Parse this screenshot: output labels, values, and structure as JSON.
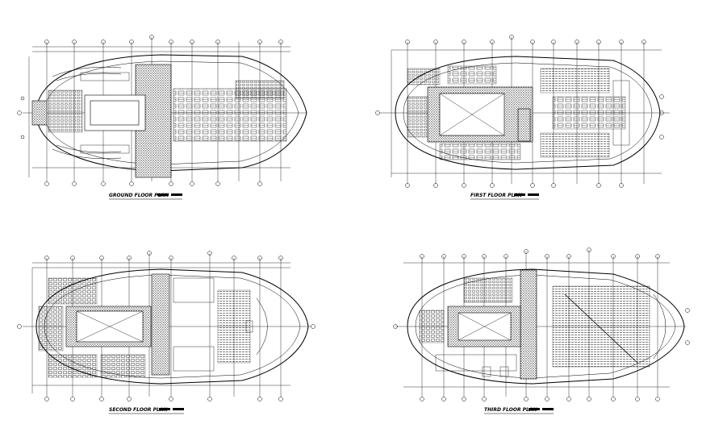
{
  "drawing": {
    "plans": [
      {
        "id": "ground",
        "title": "GROUND FLOOR PLAN"
      },
      {
        "id": "first",
        "title": "FIRST FLOOR PLAN"
      },
      {
        "id": "second",
        "title": "SECOND FLOOR PLAN"
      },
      {
        "id": "third",
        "title": "THIRD FLOOR PLAN"
      }
    ],
    "colors": {
      "line": "#000000",
      "hatch": "#555555",
      "background": "#ffffff"
    }
  }
}
